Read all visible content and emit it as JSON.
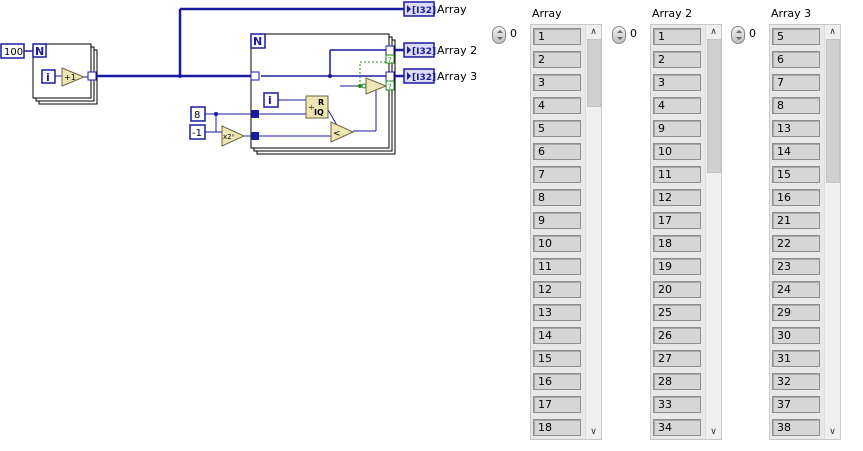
{
  "diagram": {
    "constants": {
      "n_count": "100",
      "eight": "8",
      "minus_one": "-1"
    },
    "terminals": {
      "n": "N",
      "i": "i"
    },
    "functions": {
      "increment": "+1",
      "quotient": "R",
      "quotient_sub": "IQ",
      "power_of_2": "x2ⁿ",
      "less": "<"
    },
    "indicators": [
      {
        "type": "[I32]",
        "label": "Array"
      },
      {
        "type": "[I32]",
        "label": "Array 2"
      },
      {
        "type": "[I32]",
        "label": "Array 3"
      }
    ]
  },
  "arrays": [
    {
      "label": "Array",
      "index": "0",
      "values": [
        "1",
        "2",
        "3",
        "4",
        "5",
        "6",
        "7",
        "8",
        "9",
        "10",
        "11",
        "12",
        "13",
        "14",
        "15",
        "16",
        "17",
        "18"
      ]
    },
    {
      "label": "Array 2",
      "index": "0",
      "values": [
        "1",
        "2",
        "3",
        "4",
        "9",
        "10",
        "11",
        "12",
        "17",
        "18",
        "19",
        "20",
        "25",
        "26",
        "27",
        "28",
        "33",
        "34"
      ]
    },
    {
      "label": "Array 3",
      "index": "0",
      "values": [
        "5",
        "6",
        "7",
        "8",
        "13",
        "14",
        "15",
        "16",
        "21",
        "22",
        "23",
        "24",
        "29",
        "30",
        "31",
        "32",
        "37",
        "38"
      ]
    }
  ]
}
